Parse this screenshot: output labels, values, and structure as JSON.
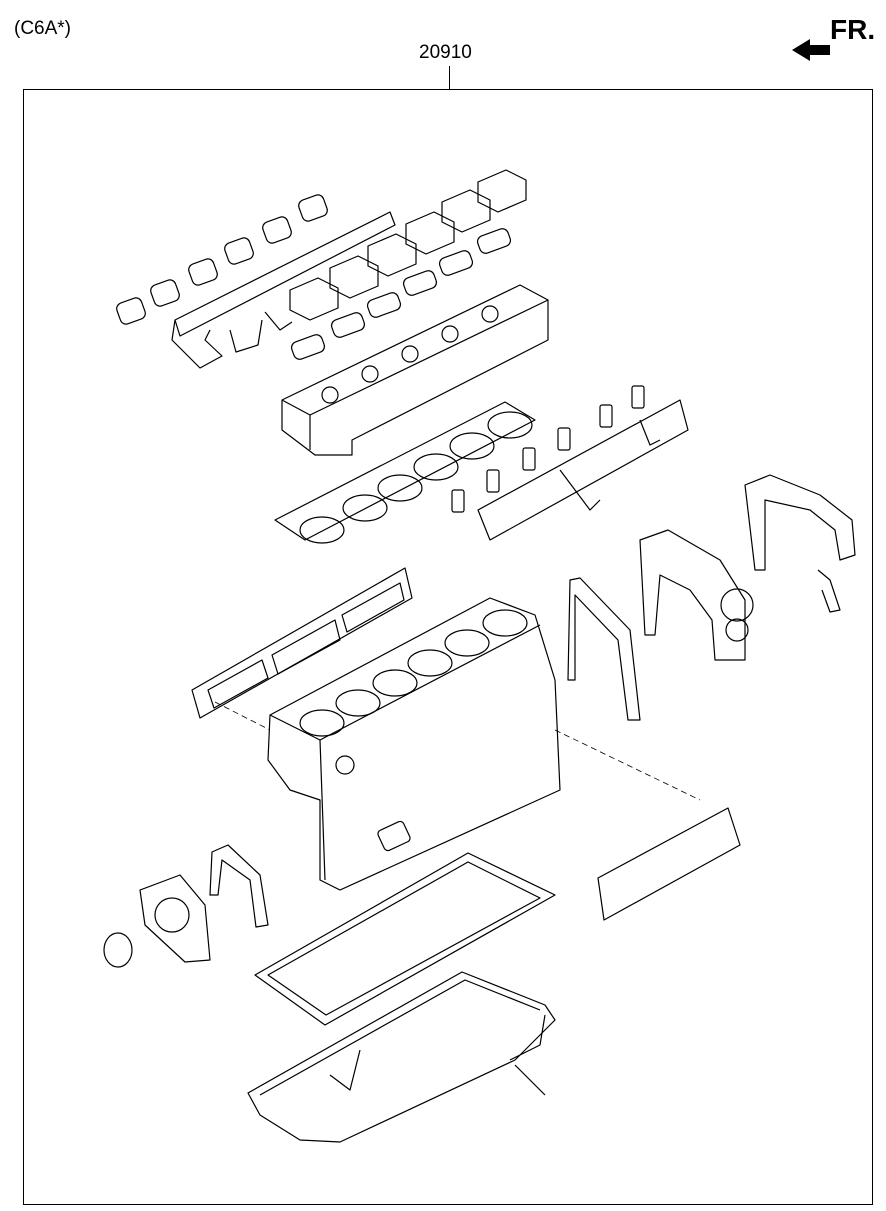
{
  "header": {
    "variant_code": "(C6A*)",
    "part_number": "20910"
  },
  "direction_indicator": {
    "label": "FR.",
    "icon": "front-arrow-icon"
  },
  "diagram": {
    "subject": "engine gasket kit exploded view",
    "line_color": "#000000",
    "background": "#ffffff"
  }
}
